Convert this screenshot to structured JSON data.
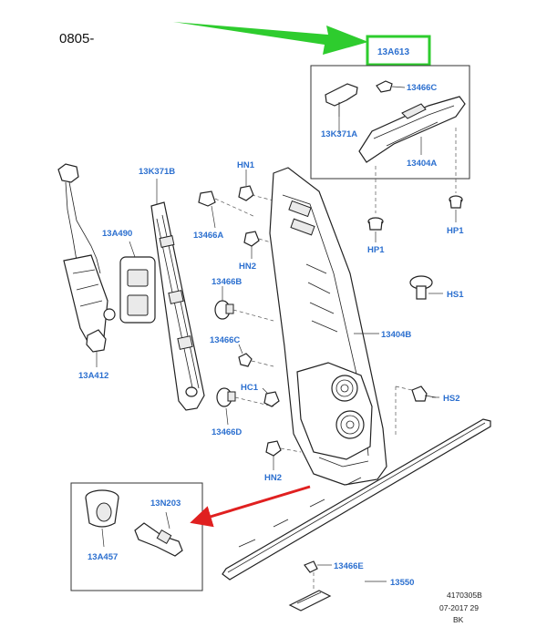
{
  "header": {
    "model_code": "0805-"
  },
  "highlight": {
    "label": "13A613",
    "arrow_color": "#2ecc2e",
    "box_color": "#2ecc2e"
  },
  "red_arrow_color": "#e02020",
  "label_color": "#2b6fcf",
  "labels": {
    "c13466C_top": "13466C",
    "c13K371A": "13K371A",
    "c13404A": "13404A",
    "hp1_left": "HP1",
    "hp1_right": "HP1",
    "c13K371B": "13K371B",
    "hn1": "HN1",
    "c13466A": "13466A",
    "hn2_top": "HN2",
    "c13A490": "13A490",
    "c13466B": "13466B",
    "hs1": "HS1",
    "c13466C_mid": "13466C",
    "c13404B": "13404B",
    "c13A412": "13A412",
    "hc1": "HC1",
    "hs2": "HS2",
    "c13466D": "13466D",
    "hn2_bottom": "HN2",
    "c13N203": "13N203",
    "c13A457": "13A457",
    "c13466E": "13466E",
    "c13550": "13550"
  },
  "footer": {
    "line1": "4170305B",
    "line2": "07-2017 29",
    "line3": "BK"
  }
}
